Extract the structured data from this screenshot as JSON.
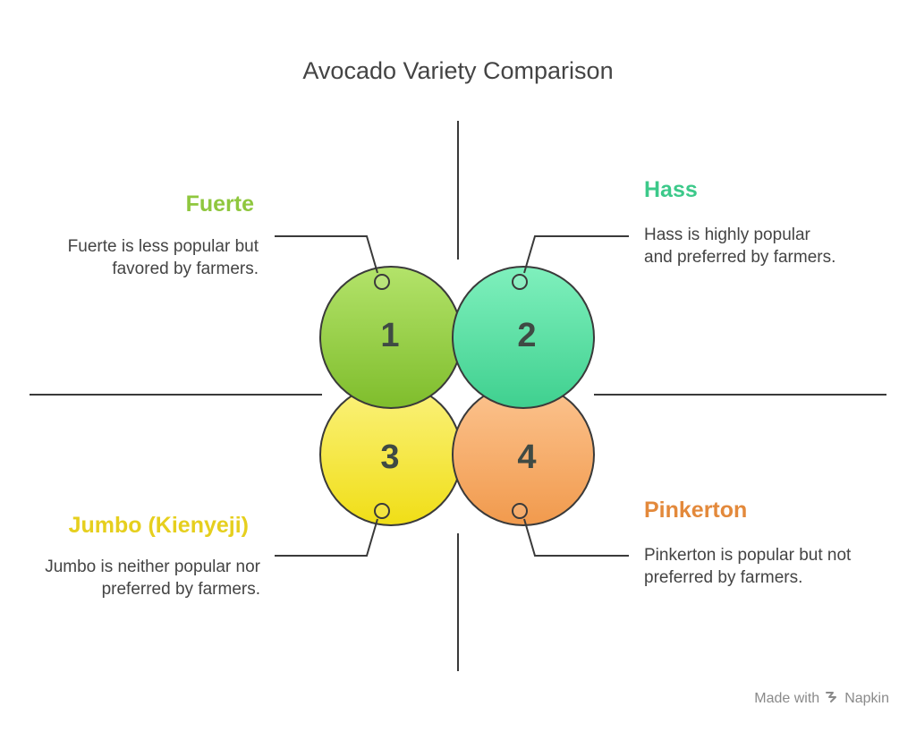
{
  "title": "Avocado Variety Comparison",
  "colors": {
    "fuerte": "#8fc73e",
    "hass": "#3cc98a",
    "jumbo": "#e6cf1e",
    "pinkerton": "#e3893b",
    "lines": "#3a3a3a",
    "body_text": "#444444"
  },
  "quadrants": [
    {
      "number": "1",
      "name": "Fuerte",
      "description": "Fuerte is less popular but favored by farmers."
    },
    {
      "number": "2",
      "name": "Hass",
      "description": "Hass is highly popular and preferred by farmers."
    },
    {
      "number": "3",
      "name": "Jumbo (Kienyeji)",
      "description": "Jumbo is neither popular nor preferred by farmers."
    },
    {
      "number": "4",
      "name": "Pinkerton",
      "description": "Pinkerton is popular but not preferred by farmers."
    }
  ],
  "footer": {
    "made_with": "Made with",
    "brand": "Napkin",
    "brand_icon": "napkin-logo-icon"
  }
}
